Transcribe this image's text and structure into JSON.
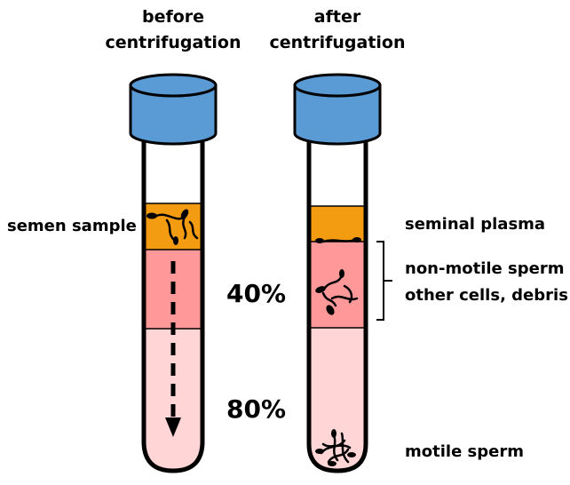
{
  "headers": {
    "before_line1": "before",
    "before_line2": "centrifugation",
    "after_line1": "after",
    "after_line2": "centrifugation"
  },
  "labels": {
    "semen_sample": "semen sample",
    "pct_40": "40%",
    "pct_80": "80%",
    "seminal_plasma": "seminal plasma",
    "non_motile_line1": "non-motile sperm",
    "non_motile_line2": "other cells, debris",
    "motile_sperm": "motile sperm"
  },
  "colors": {
    "cap": "#5B9BD5",
    "semen_layer": "#F39C12",
    "layer_40": "#FF9999",
    "layer_80": "#FFD5D5",
    "outline": "#000000"
  },
  "icons": {
    "arrow": "dashed-down-arrow",
    "bracket": "right-bracket",
    "sperm": "sperm-cell-icon"
  }
}
